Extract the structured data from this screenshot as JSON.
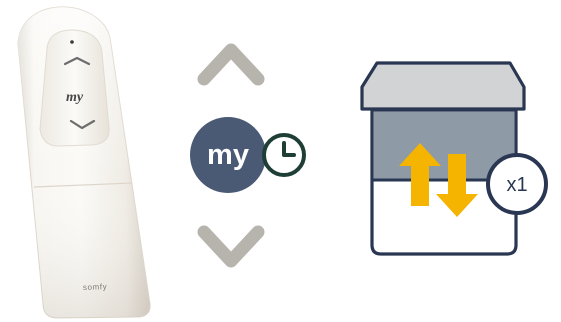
{
  "remote": {
    "my_label": "my",
    "brand_label": "somfy"
  },
  "controls": {
    "my_label": "my",
    "up_icon": "chevron-up-icon",
    "down_icon": "chevron-down-icon",
    "clock_icon": "clock-icon"
  },
  "shutter": {
    "press_count_label": "x1",
    "arrow_icons": [
      "arrow-up-icon",
      "arrow-down-icon"
    ]
  },
  "colors": {
    "chevron_gray": "#b7b4ad",
    "my_circle": "#4a5a75",
    "clock_green": "#1f3f36",
    "shutter_frame": "#2a3752",
    "shutter_gray": "#8f9aa7",
    "arrow_orange": "#f4b400",
    "remote_body": "#f3f0ea"
  }
}
